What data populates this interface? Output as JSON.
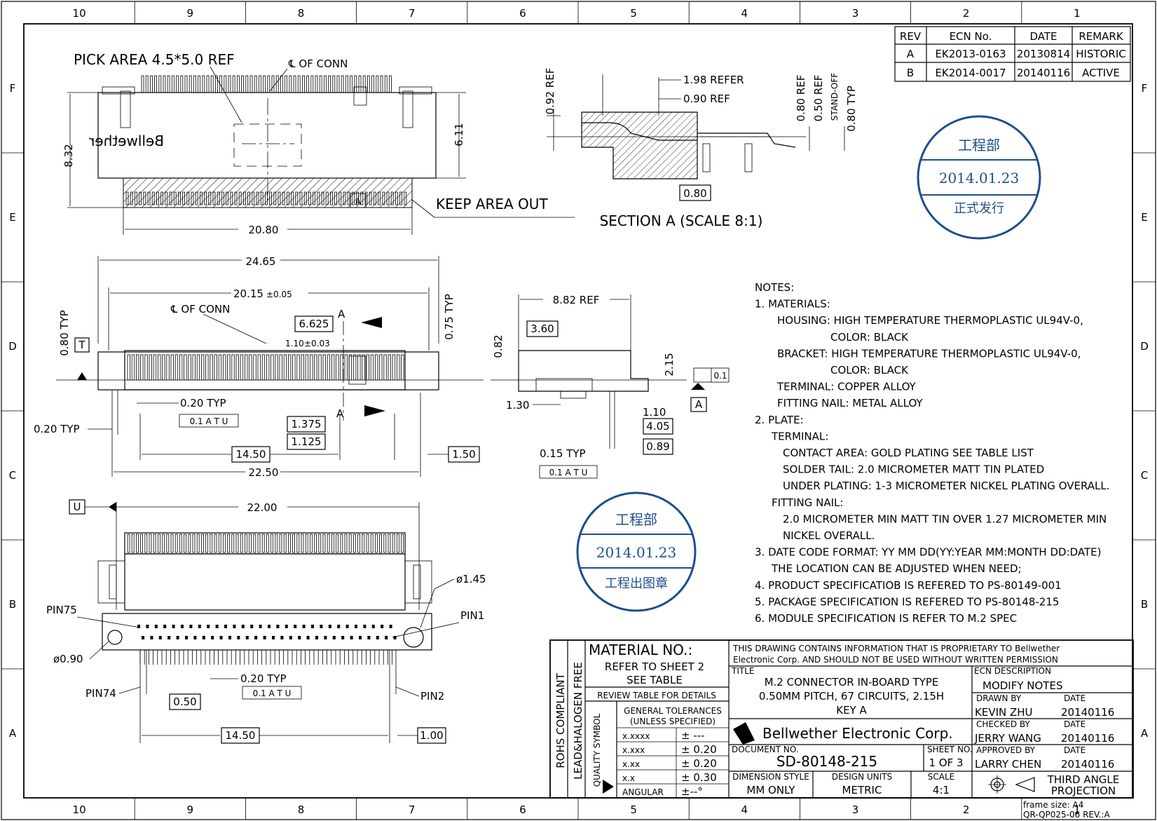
{
  "frame": {
    "col_numbers": [
      "10",
      "9",
      "8",
      "7",
      "6",
      "5",
      "4",
      "3",
      "2",
      "1"
    ],
    "row_letters": [
      "F",
      "E",
      "D",
      "C",
      "B",
      "A"
    ]
  },
  "revision_table": {
    "headers": [
      "REV",
      "ECN No.",
      "DATE",
      "REMARK"
    ],
    "rows": [
      [
        "A",
        "EK2013-0163",
        "20130814",
        "HISTORIC"
      ],
      [
        "B",
        "EK2014-0017",
        "20140116",
        "ACTIVE"
      ]
    ]
  },
  "top_view": {
    "pick_area": "PICK AREA 4.5*5.0 REF",
    "cl_conn": "℄ OF CONN",
    "brand_mirrored": "Bellwether",
    "dim_height": "8.32",
    "dim_inner": "6.11",
    "dim_width": "20.80",
    "keep_area": "KEEP AREA OUT",
    "datum_a": "A"
  },
  "section": {
    "dim_092": "0.92 REF",
    "dim_198": "1.98 REFER",
    "dim_090": "0.90 REF",
    "dim_080ref": "0.80 REF",
    "dim_050ref": "0.50 REF",
    "standoff": "STAND-OFF",
    "dim_080typ": "0.80 TYP",
    "dim_box": "0.80",
    "title": "SECTION A (SCALE 8:1)"
  },
  "front_view": {
    "dim_2465": "24.65",
    "dim_2015": "20.15",
    "tol_2015": "±0.05",
    "cl_conn": "℄ OF CONN",
    "dim_6625": "6.625",
    "sec_a": "A",
    "dim_110": "1.10",
    "tol_110": "±0.03",
    "dim_080typ": "0.80 TYP",
    "datum_t": "T",
    "dim_075typ": "0.75 TYP",
    "dim_020typ": "0.20 TYP",
    "dim_020typ_left": "0.20 TYP",
    "gdt": "0.1 A T U",
    "dim_1375": "1.375",
    "dim_1125": "1.125",
    "dim_1450": "14.50",
    "dim_150": "1.50",
    "dim_2250": "22.50"
  },
  "side_view": {
    "dim_882": "8.82 REF",
    "dim_360": "3.60",
    "dim_082": "0.82",
    "dim_215": "2.15",
    "flat": "0.1",
    "datum_a": "A",
    "dim_130": "1.30",
    "dim_110": "1.10",
    "dim_405": "4.05",
    "dim_089": "0.89",
    "dim_015typ": "0.15 TYP",
    "gdt": "0.1 A T U"
  },
  "bottom_view": {
    "datum_u": "U",
    "dim_2200": "22.00",
    "dim_145": "ø1.45",
    "pin75": "PIN75",
    "pin1": "PIN1",
    "dim_090": "ø0.90",
    "pin74": "PIN74",
    "pin2": "PIN2",
    "dim_020typ": "0.20 TYP",
    "gdt": "0.1 A T U",
    "dim_050": "0.50",
    "dim_1450": "14.50",
    "dim_100": "1.00"
  },
  "notes": [
    "NOTES:",
    "1. MATERIALS:",
    "HOUSING: HIGH TEMPERATURE THERMOPLASTIC UL94V-0,",
    "COLOR: BLACK",
    "BRACKET: HIGH TEMPERATURE THERMOPLASTIC UL94V-0,",
    "COLOR: BLACK",
    "TERMINAL: COPPER ALLOY",
    "FITTING NAIL: METAL ALLOY",
    "2. PLATE:",
    "TERMINAL:",
    "CONTACT AREA: GOLD PLATING SEE TABLE LIST",
    "SOLDER TAIL: 2.0 MICROMETER MATT TIN PLATED",
    "UNDER PLATING: 1-3 MICROMETER NICKEL PLATING OVERALL.",
    "FITTING NAIL:",
    "2.0 MICROMETER MIN MATT TIN OVER 1.27 MICROMETER MIN",
    "NICKEL OVERALL.",
    "3. DATE CODE FORMAT: YY MM DD(YY:YEAR MM:MONTH DD:DATE)",
    "THE LOCATION CAN BE ADJUSTED WHEN NEED;",
    "4. PRODUCT SPECIFICATIOB IS REFERED TO PS-80149-001",
    "5. PACKAGE SPECIFICATION IS REFERED TO PS-80148-215",
    "6. MODULE SPECIFICATION IS REFER TO M.2 SPEC"
  ],
  "stamps": [
    {
      "dept": "工程部",
      "date": "2014.01.23",
      "status": "正式发行",
      "color": "#1f4e8c"
    },
    {
      "dept": "工程部",
      "date": "2014.01.23",
      "status": "工程出图章",
      "color": "#1f4e8c"
    }
  ],
  "title_block": {
    "rohs": "ROHS COMPLIANT",
    "halogen": "LEAD&HALOGEN FREE",
    "material_no": "MATERIAL NO.:",
    "refer_sheet": "REFER TO SHEET 2",
    "see_table": "SEE TABLE",
    "review_table": "REVIEW TABLE FOR DETAILS",
    "quality_symbol": "QUALITY SYMBOL",
    "tol_header1": "GENERAL TOLERANCES",
    "tol_header2": "(UNLESS SPECIFIED)",
    "tolerances": [
      [
        "x.xxxx",
        "± ---"
      ],
      [
        "x.xxx",
        "± 0.20"
      ],
      [
        "x.xx",
        "± 0.20"
      ],
      [
        "x.x",
        "± 0.30"
      ],
      [
        "ANGULAR",
        "±--°"
      ]
    ],
    "proprietary1": "THIS DRAWING CONTAINS INFORMATION THAT IS PROPRIETARY TO Bellwether",
    "proprietary2": "Electronic Corp. AND SHOULD NOT BE USED WITHOUT WRITTEN PERMISSION",
    "title_label": "TITLE",
    "title1": "M.2 CONNECTOR IN-BOARD TYPE",
    "title2": "0.50MM PITCH, 67 CIRCUITS, 2.15H",
    "title3": "KEY A",
    "company": "Bellwether Electronic Corp.",
    "ecn_desc_label": "ECN DESCRIPTION",
    "ecn_desc": "MODIFY NOTES",
    "drawn_label": "DRAWN BY",
    "drawn_by": "KEVIN ZHU",
    "checked_label": "CHECKED BY",
    "checked_by": "JERRY WANG",
    "approved_label": "APPROVED BY",
    "approved_by": "LARRY CHEN",
    "date_label": "DATE",
    "drawn_date": "20140116",
    "checked_date": "20140116",
    "approved_date": "20140116",
    "doc_label": "DOCUMENT NO.",
    "doc_no": "SD-80148-215",
    "sheet_label": "SHEET NO.",
    "sheet_no": "1 OF 3",
    "dim_style_label": "DIMENSION STYLE",
    "dim_style": "MM ONLY",
    "design_units_label": "DESIGN UNITS",
    "design_units": "METRIC",
    "scale_label": "SCALE",
    "scale": "4:1",
    "projection1": "THIRD ANGLE",
    "projection2": "PROJECTION",
    "frame_size": "frame size: A4",
    "form_no": "QR-QP025-06 REV.:A"
  }
}
